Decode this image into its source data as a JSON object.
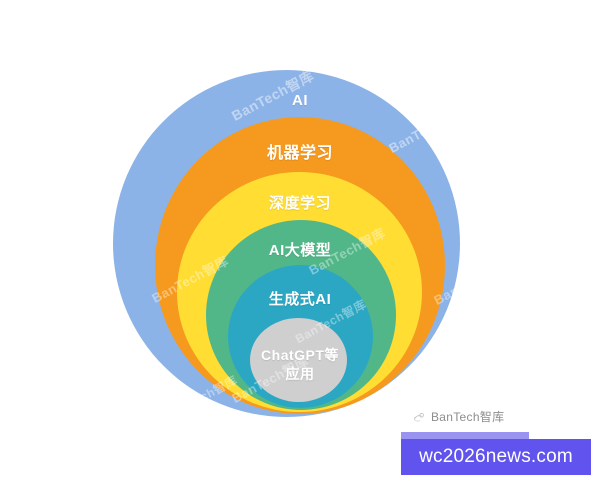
{
  "page": {
    "background": "#ffffff",
    "title": "AI concept hierarchy nested circles"
  },
  "diagram": {
    "type": "nested-circles",
    "description": "Six bottom-aligned concentric circles showing containment hierarchy from AI down to ChatGPT applications",
    "levels": [
      {
        "id": "ai",
        "label": "AI",
        "color": "#8cb3e8",
        "level": 1
      },
      {
        "id": "machine-learning",
        "label": "机器学习",
        "color": "#f59a1e",
        "level": 2
      },
      {
        "id": "deep-learning",
        "label": "深度学习",
        "color": "#ffdd33",
        "level": 3
      },
      {
        "id": "ai-large-model",
        "label": "AI大模型",
        "color": "#52b788",
        "level": 4
      },
      {
        "id": "generative-ai",
        "label": "生成式AI",
        "color": "#2ba7c4",
        "level": 5
      },
      {
        "id": "chatgpt-apps",
        "label": "ChatGPT等\n应用",
        "label_line1": "ChatGPT等",
        "label_line2": "应用",
        "color": "#cfcfcf",
        "level": 6
      }
    ],
    "watermark_text": "BanTech智库"
  },
  "credit": {
    "brand": "BanTech智库",
    "logo_icon": "bantech-logo-icon"
  },
  "url_banner": {
    "url": "wc2026news.com",
    "background": "#6153ee",
    "tab_background": "#9b93f0"
  }
}
